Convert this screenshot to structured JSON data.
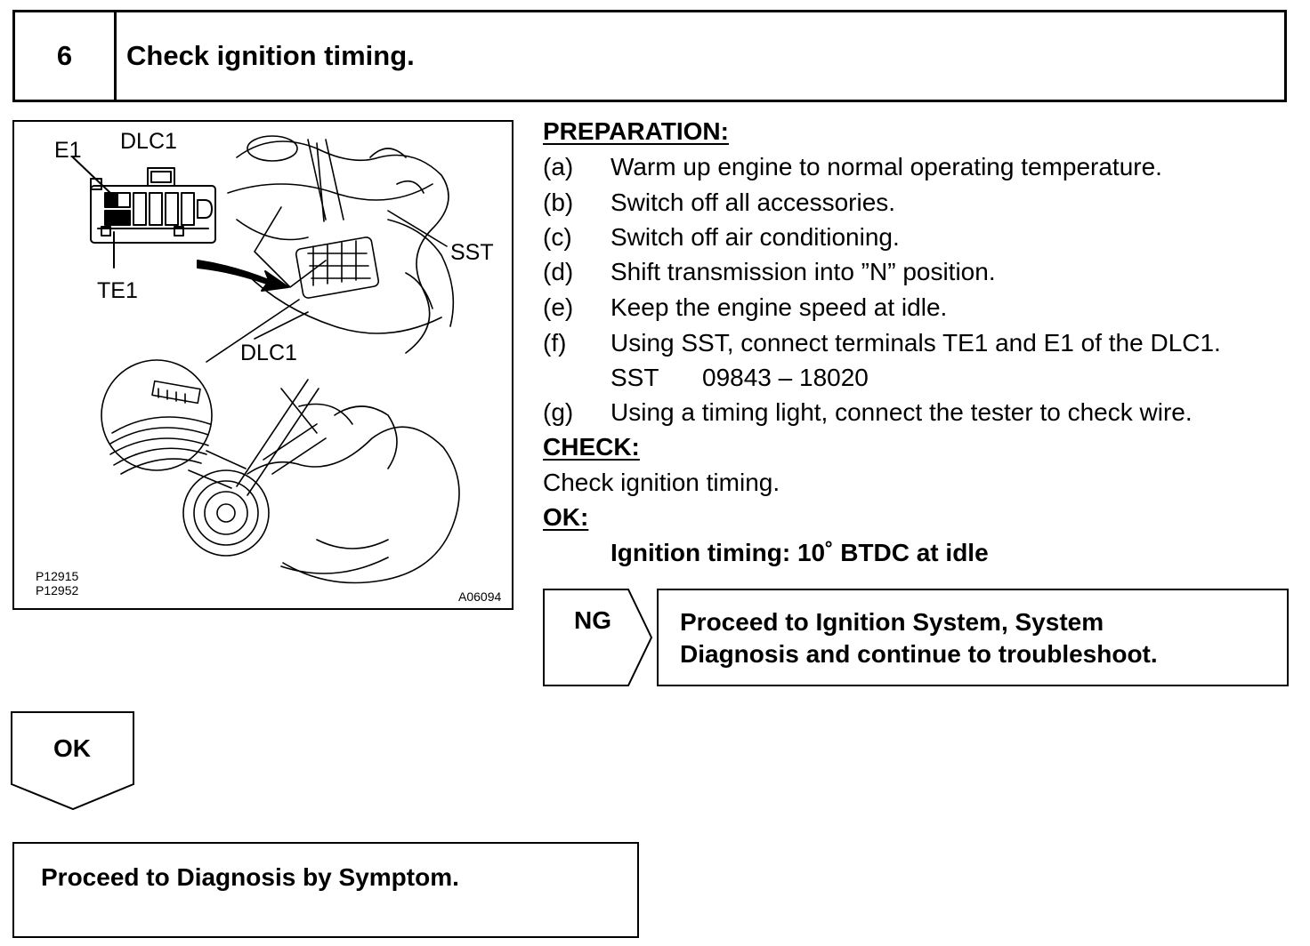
{
  "step": {
    "number": "6",
    "title": "Check ignition timing."
  },
  "figure": {
    "labels": {
      "e1": "E1",
      "dlc1_top": "DLC1",
      "te1": "TE1",
      "sst": "SST",
      "dlc1_bottom": "DLC1"
    },
    "codes": [
      "P12915",
      "P12952"
    ],
    "figure_id": "A06094"
  },
  "preparation": {
    "heading": "PREPARATION:",
    "items": [
      {
        "letter": "(a)",
        "text": "Warm up engine to normal operating temperature."
      },
      {
        "letter": "(b)",
        "text": "Switch off all accessories."
      },
      {
        "letter": "(c)",
        "text": "Switch off air conditioning."
      },
      {
        "letter": "(d)",
        "text": "Shift transmission into ”N” position."
      },
      {
        "letter": "(e)",
        "text": "Keep the engine speed at idle."
      },
      {
        "letter": "(f)",
        "text": "Using SST, connect terminals TE1 and E1 of the DLC1."
      },
      {
        "letter": "(g)",
        "text": "Using a timing light, connect the tester to check wire."
      }
    ],
    "sst_label": "SST",
    "sst_number": "09843 – 18020"
  },
  "check": {
    "heading": "CHECK:",
    "text": "Check ignition timing."
  },
  "ok": {
    "heading": "OK:",
    "spec": "Ignition timing: 10˚ BTDC at idle"
  },
  "ng_result": {
    "tag": "NG",
    "line1": "Proceed to Ignition System, System",
    "line2": "Diagnosis and continue to troubleshoot."
  },
  "ok_result": {
    "tag": "OK",
    "text": "Proceed to Diagnosis by Symptom."
  }
}
